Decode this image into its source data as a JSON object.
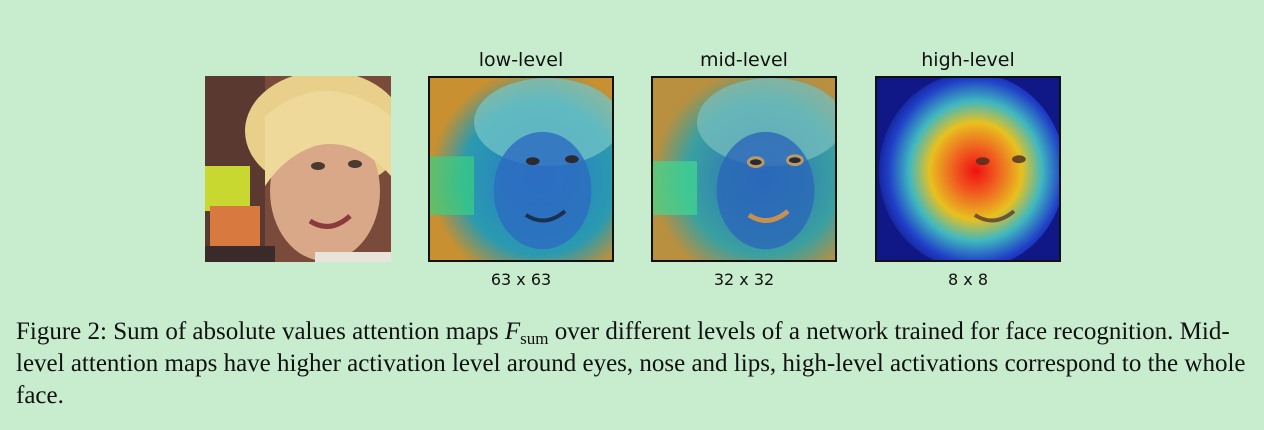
{
  "panels": [
    {
      "title": "",
      "size": ""
    },
    {
      "title": "low-level",
      "size": "63 x 63"
    },
    {
      "title": "mid-level",
      "size": "32 x 32"
    },
    {
      "title": "high-level",
      "size": "8 x 8"
    }
  ],
  "caption": {
    "prefix": "Figure 2: Sum of absolute values attention maps ",
    "symbol": "F",
    "subscript": "sum",
    "suffix": " over different levels of a network trained for face recognition. Mid-level attention maps have higher activation level around eyes, nose and lips, high-level activations correspond to the whole face."
  }
}
